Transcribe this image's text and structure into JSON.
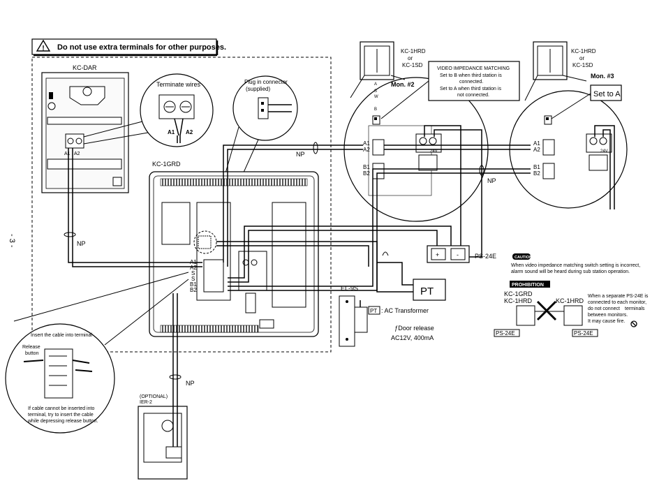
{
  "page_number": "- 3 -",
  "warning": {
    "text": "Do not use extra terminals for other purposes."
  },
  "kc_dar": {
    "label": "KC-DAR",
    "terminal_a1": "A1",
    "terminal_a2": "A2"
  },
  "callout_terminate": {
    "title": "Terminate wires",
    "a1": "A1",
    "a2": "A2"
  },
  "callout_plug": {
    "line1": "Plug in connector",
    "line2": "(supplied)"
  },
  "kc_1grd": {
    "label": "KC-1GRD",
    "terminals": [
      "A1",
      "A2",
      "S",
      "S",
      "B1",
      "B2"
    ]
  },
  "np_labels": [
    "NP",
    "NP",
    "NP",
    "NP"
  ],
  "monitor2": {
    "model_line1": "KC-1HRD",
    "model_or": "or",
    "model_line2": "KC-1SD",
    "title": "Mon. #2",
    "switch_labels": [
      "A",
      "S",
      "W",
      "B"
    ],
    "terminals": [
      "A1",
      "A2",
      "B1",
      "B2"
    ],
    "voltage": "24V"
  },
  "monitor3": {
    "model_line1": "KC-1HRD",
    "model_or": "or",
    "model_line2": "KC-1SD",
    "title": "Mon. #3",
    "set_note": "Set to A",
    "terminals": [
      "A1",
      "A2",
      "B1",
      "B2"
    ],
    "voltage": "24V"
  },
  "video_impedance": {
    "title": "VIDEO IMPEDANCE MATCHING",
    "line1": "Set to B when third station is",
    "line2": "connected.",
    "line3": "Set to A when third station is",
    "line4": "not connected."
  },
  "ps24e": {
    "label": "PS-24E",
    "plus": "+",
    "minus": "-"
  },
  "pt": {
    "label": "PT",
    "legend_key": "PT",
    "legend_text": ": AC Transformer"
  },
  "door_release": {
    "label": "EL-9S",
    "line1": "ƒDoor release",
    "line2": "AC12V, 400mA"
  },
  "insert_cable": {
    "title": "Insert the cable into terminal",
    "release_label_1": "Release",
    "release_label_2": "button",
    "note1": "If cable cannot be inserted into",
    "note2": "terminal, try to insert the cable",
    "note3": "while depressing release button."
  },
  "ier2": {
    "line1": "(OPTIONAL)",
    "line2": "IER-2"
  },
  "caution": {
    "badge": "CAUTION",
    "line1": "When video impedance matching switch setting is incorrect,",
    "line2": "alarm sound will be heard during sub station operation."
  },
  "prohibition": {
    "badge": "PROHIBITION",
    "left_model1": "KC-1GRD",
    "left_model2": "KC-1HRD",
    "right_model": "KC-1HRD",
    "left_ps": "PS-24E",
    "right_ps": "PS-24E",
    "note1": "When a separate PS-24E is",
    "note2": "connected to each monitor,",
    "note3": "do not connect",
    "note3b": "terminals",
    "note4": "between monitors.",
    "note5": "It may cause fire."
  }
}
